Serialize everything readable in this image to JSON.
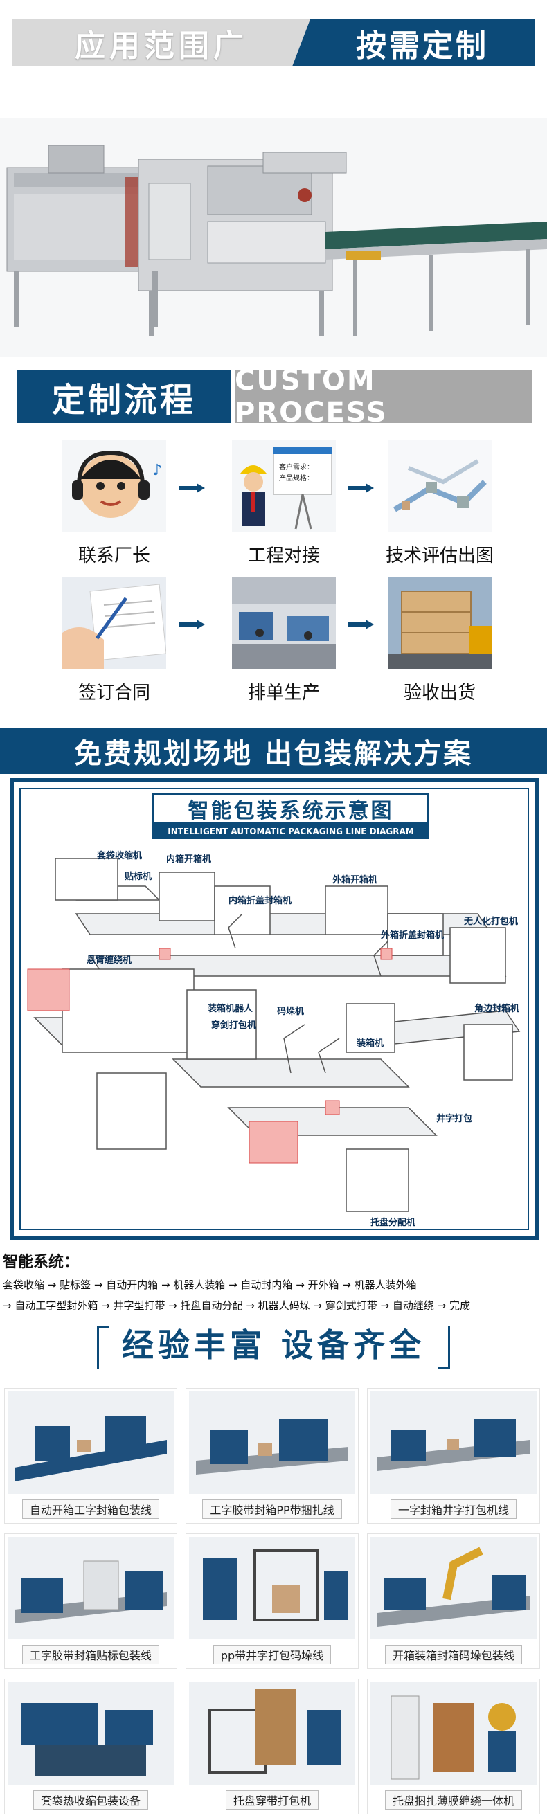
{
  "banner1": {
    "left": "应用范围广",
    "right": "按需定制"
  },
  "banner2": {
    "left": "定制流程",
    "right": "CUSTOM PROCESS"
  },
  "process": {
    "steps": [
      {
        "label": "联系厂长"
      },
      {
        "label": "工程对接"
      },
      {
        "label": "技术评估出图"
      },
      {
        "label": "签订合同"
      },
      {
        "label": "排单生产"
      },
      {
        "label": "验收出货"
      }
    ],
    "board_lines": [
      "客户需求：",
      "产品规格："
    ]
  },
  "banner3": {
    "text": "免费规划场地 出包装解决方案"
  },
  "diagram": {
    "title_zh": "智能包装系统示意图",
    "title_en": "INTELLIGENT AUTOMATIC PACKAGING LINE DIAGRAM",
    "labels": [
      "套袋收缩机",
      "贴标机",
      "内箱开箱机",
      "内箱折盖封箱机",
      "外箱开箱机",
      "外箱折盖封箱机",
      "无人化打包机",
      "悬臂缠绕机",
      "装箱机器人",
      "穿剑打包机",
      "码垛机",
      "装箱机",
      "角边封箱机",
      "井字打包",
      "托盘分配机"
    ]
  },
  "system": {
    "heading": "智能系统：",
    "line1": "套袋收缩 → 贴标签 → 自动开内箱 → 机器人装箱 → 自动封内箱 → 开外箱 → 机器人装外箱",
    "line2": "→ 自动工字型封外箱 → 井字型打带 → 托盘自动分配 → 机器人码垛 → 穿剑式打带 → 自动缠绕 → 完成"
  },
  "banner4": {
    "text": "经验丰富 设备齐全"
  },
  "products": [
    {
      "caption": "自动开箱工字封箱包装线"
    },
    {
      "caption": "工字胶带封箱PP带捆扎线"
    },
    {
      "caption": "一字封箱井字打包机线"
    },
    {
      "caption": "工字胶带封箱贴标包装线"
    },
    {
      "caption": "pp带井字打包码垛线"
    },
    {
      "caption": "开箱装箱封箱码垛包装线"
    },
    {
      "caption": "套袋热收缩包装设备"
    },
    {
      "caption": "托盘穿带打包机"
    },
    {
      "caption": "托盘捆扎薄膜缠绕一体机"
    }
  ],
  "colors": {
    "brand": "#0c4a78",
    "gray": "#a8a8a8",
    "machine": "#1e4f7c",
    "accent": "#d9a42a"
  }
}
